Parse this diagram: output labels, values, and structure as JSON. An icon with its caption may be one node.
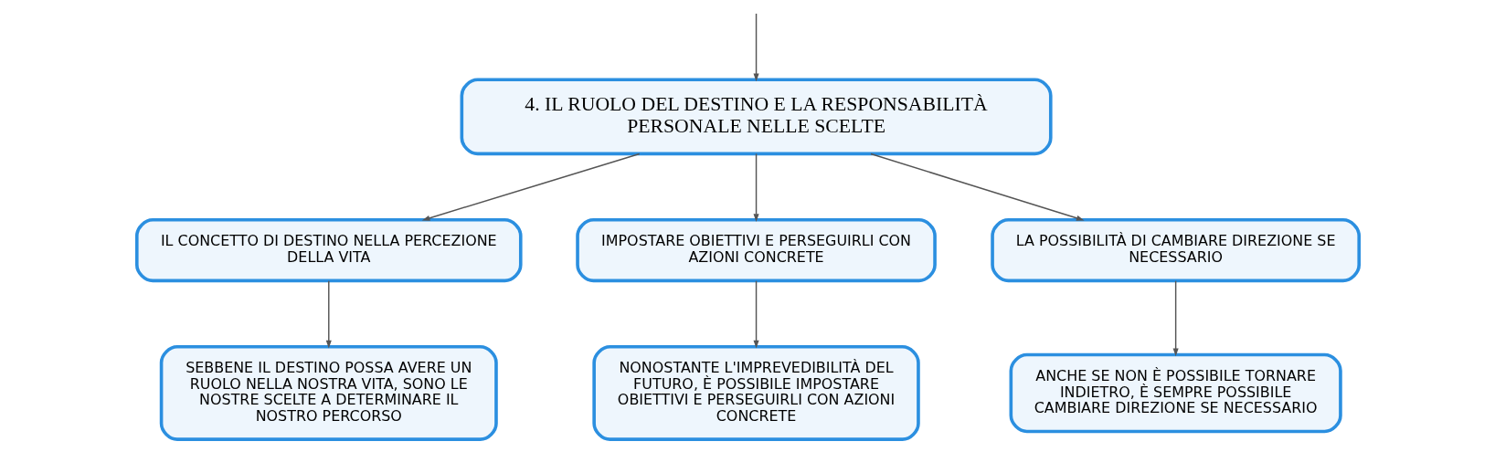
{
  "diagram": {
    "nodes": [
      {
        "text": [
          "4. IL RUOLO DEL DESTINO E LA RESPONSABILITÀ PERSONALE NELLE SCELTE"
        ]
      },
      {
        "text": [
          "IL CONCETTO DI DESTINO NELLA PERCEZIONE DELLA VITA"
        ]
      },
      {
        "text": [
          "IMPOSTARE OBIETTIVI E PERSEGUIRLI CON AZIONI CONCRETE"
        ]
      },
      {
        "text": [
          "LA POSSIBILITÀ DI CAMBIARE DIREZIONE SE NECESSARIO"
        ]
      },
      {
        "text": [
          "SEBBENE IL DESTINO POSSA AVERE UN RUOLO NELLA NOSTRA VITA, SONO LE NOSTRE SCELTE A DETERMINARE IL NOSTRO PERCORSO"
        ]
      },
      {
        "text": [
          "NONOSTANTE L'IMPREVEDIBILITÀ DEL FUTURO, È POSSIBILE IMPOSTARE OBIETTIVI E PERSEGUIRLI CON AZIONI CONCRETE"
        ]
      },
      {
        "text": [
          "ANCHE SE NON È POSSIBILE TORNARE INDIETRO, È SEMPRE POSSIBILE CAMBIARE DIREZIONE SE NECESSARIO"
        ]
      }
    ],
    "edges": [
      {
        "from": null,
        "to": 0,
        "arrow": "to"
      },
      {
        "from": 0,
        "to": 1,
        "arrow": "to"
      },
      {
        "from": 0,
        "to": 2,
        "arrow": "to"
      },
      {
        "from": 0,
        "to": 3,
        "arrow": "to"
      },
      {
        "from": 1,
        "to": 4,
        "arrow": "to"
      },
      {
        "from": 2,
        "to": 5,
        "arrow": "to"
      },
      {
        "from": 3,
        "to": 6,
        "arrow": "to"
      }
    ]
  }
}
